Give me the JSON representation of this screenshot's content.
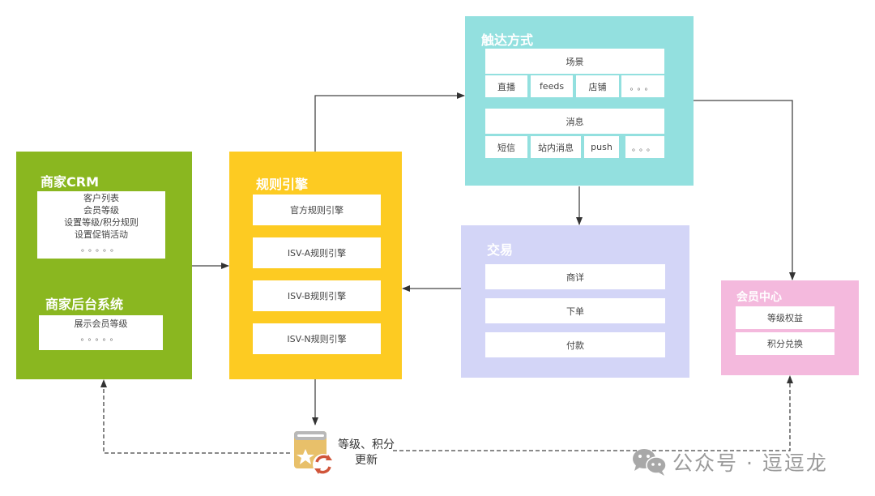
{
  "colors": {
    "merchant": "#8ab720",
    "rules": "#fdcb22",
    "reach": "#93e0df",
    "trade": "#d3d5f7",
    "member": "#f4b9dd",
    "arrow": "#333333"
  },
  "merchant": {
    "crm_title": "商家CRM",
    "crm_items": [
      "客户列表",
      "会员等级",
      "设置等级/积分规则",
      "设置促销活动"
    ],
    "crm_more": "。。。。。",
    "backend_title": "商家后台系统",
    "backend_items": [
      "展示会员等级"
    ],
    "backend_more": "。。。。。"
  },
  "rules": {
    "title": "规则引擎",
    "items": [
      "官方规则引擎",
      "ISV-A规则引擎",
      "ISV-B规则引擎",
      "ISV-N规则引擎"
    ]
  },
  "reach": {
    "title": "触达方式",
    "scene_label": "场景",
    "scene_items": [
      "直播",
      "feeds",
      "店铺",
      "。。。"
    ],
    "message_label": "消息",
    "message_items": [
      "短信",
      "站内消息",
      "push",
      "。。。"
    ]
  },
  "trade": {
    "title": "交易",
    "items": [
      "商详",
      "下单",
      "付款"
    ]
  },
  "member": {
    "title": "会员中心",
    "items": [
      "等级权益",
      "积分兑换"
    ]
  },
  "update": {
    "icon": "book-refresh-icon",
    "line1": "等级、积分",
    "line2": "更新"
  },
  "watermark": {
    "icon": "wechat-icon",
    "text": "公众号 · 逗逗龙"
  }
}
